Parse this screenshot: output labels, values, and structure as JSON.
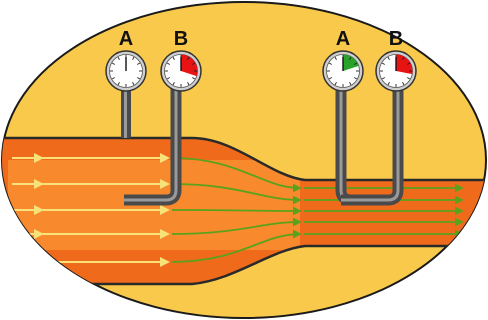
{
  "diagram": {
    "colors": {
      "background": "#ffffff",
      "ellipse_fill": "#f8c94a",
      "ellipse_stroke": "#1a1a1a",
      "pipe_fill": "#f06a1c",
      "pipe_light": "#ffa23a",
      "pipe_outline": "#2a2a2a",
      "streamline_yellow": "#f7e27a",
      "streamline_green": "#5aa21c",
      "tube_fill": "#9a9a9a",
      "tube_dark": "#4a4a4a",
      "gauge_face": "#ffffff",
      "gauge_red": "#e81414",
      "gauge_green": "#2aa22a"
    },
    "gauges": [
      {
        "label": "A",
        "indicator_color": "#ffffff",
        "reading_fraction": 0.0
      },
      {
        "label": "B",
        "indicator_color": "#e81414",
        "reading_fraction": 0.3
      },
      {
        "label": "A",
        "indicator_color": "#2aa22a",
        "reading_fraction": 0.2
      },
      {
        "label": "B",
        "indicator_color": "#e81414",
        "reading_fraction": 0.28
      }
    ]
  }
}
